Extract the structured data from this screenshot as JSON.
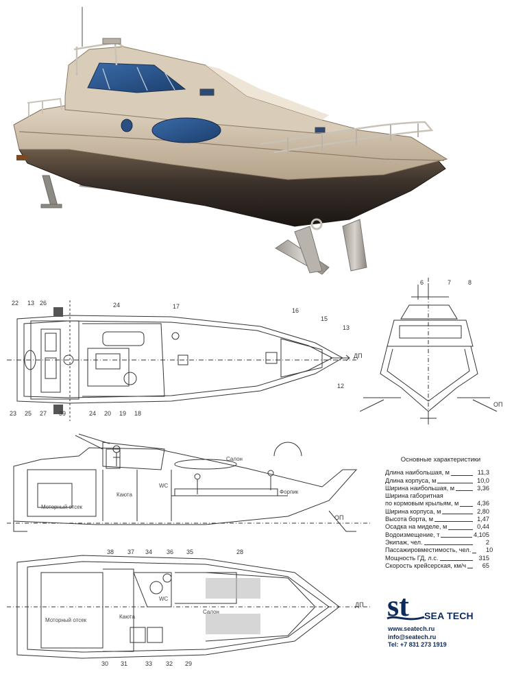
{
  "colors": {
    "hull_top": "#c9b9a2",
    "hull_dark": "#2b2420",
    "glass": "#24508a",
    "brand_blue": "#0d2a5c"
  },
  "plan_callouts": {
    "c22": "22",
    "c13a": "13",
    "c26": "26",
    "c24a": "24",
    "c17": "17",
    "c16": "16",
    "c15": "15",
    "c13b": "13",
    "c12": "12",
    "c23": "23",
    "c25": "25",
    "c27": "27",
    "c39": "39",
    "c24b": "24",
    "c20": "20",
    "c19": "19",
    "c18": "18"
  },
  "front_callouts": {
    "c6": "6",
    "c7": "7",
    "c8": "8"
  },
  "lower_callouts": {
    "c38": "38",
    "c37": "37",
    "c34": "34",
    "c36": "36",
    "c35": "35",
    "c28": "28",
    "c30": "30",
    "c31": "31",
    "c33": "33",
    "c32": "32",
    "c29": "29"
  },
  "labels": {
    "dp_plan": "ДП",
    "op_front": "ОП",
    "op_side": "ОП",
    "dp_lower": "ДП",
    "side_salon": "Салон",
    "side_forepeak": "Форпик",
    "side_wc": "WC",
    "side_kayuta": "Каюта",
    "side_engine": "Моторный отсек",
    "lower_wc": "WC",
    "lower_salon": "Салон",
    "lower_kayuta": "Каюта",
    "lower_engine": "Моторный отсек"
  },
  "specs": {
    "title": "Основные характеристики",
    "rows": [
      {
        "label": "Длина наибольшая, м",
        "value": "11,3"
      },
      {
        "label": "Длина корпуса, м",
        "value": "10,0"
      },
      {
        "label": "Ширина наибольшая, м",
        "value": "3,36"
      },
      {
        "label": "Ширина габоритная",
        "value": ""
      },
      {
        "label": "по кормовым крыльям, м",
        "value": "4,36"
      },
      {
        "label": "Ширина корпуса, м",
        "value": "2,80"
      },
      {
        "label": "Высота борта, м",
        "value": "1,47"
      },
      {
        "label": "Осадка на миделе, м",
        "value": "0,44"
      },
      {
        "label": "Водоизмещение, т",
        "value": "4,105"
      },
      {
        "label": "Экипаж, чел.",
        "value": "2"
      },
      {
        "label": "Пассажировместимость, чел.",
        "value": "10"
      },
      {
        "label": "Мощность ГД, л.с.",
        "value": "315"
      },
      {
        "label": "Скорость крейсерская, км/ч",
        "value": "65"
      }
    ]
  },
  "brand": {
    "logo_letters": "st",
    "name": "SEA TECH",
    "website": "www.seatech.ru",
    "email": "info@seatech.ru",
    "phone": "Tel: +7 831 273 1919"
  }
}
